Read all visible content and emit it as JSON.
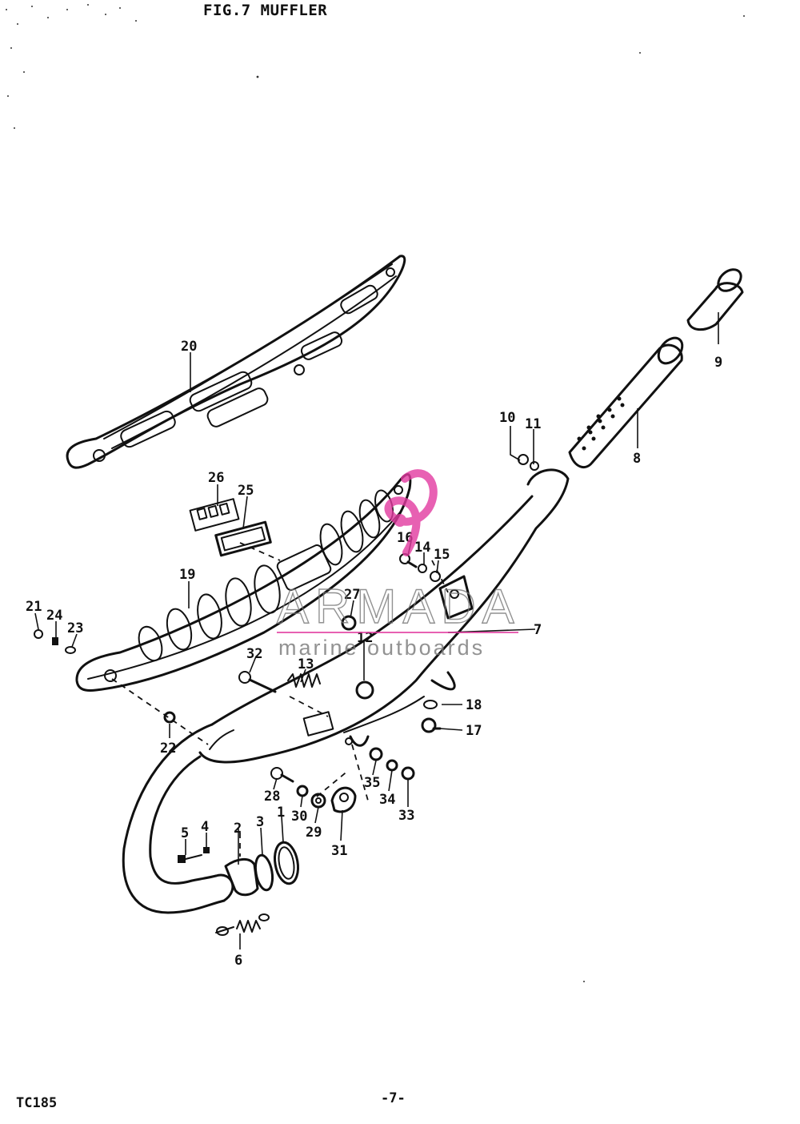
{
  "header": {
    "title": "FIG.7  MUFFLER"
  },
  "footer": {
    "model": "TC185",
    "page": "-7-"
  },
  "watermark": {
    "brand": "ARMADA",
    "tagline": "marine outboards",
    "color": "#e23aa0"
  },
  "callouts": {
    "c1": "1",
    "c2": "2",
    "c3": "3",
    "c4": "4",
    "c5": "5",
    "c6": "6",
    "c7": "7",
    "c8": "8",
    "c9": "9",
    "c10": "10",
    "c11": "11",
    "c12": "12",
    "c13": "13",
    "c14": "14",
    "c15": "15",
    "c16": "16",
    "c17": "17",
    "c18": "18",
    "c19": "19",
    "c20": "20",
    "c21": "21",
    "c22": "22",
    "c23": "23",
    "c24": "24",
    "c25": "25",
    "c26": "26",
    "c27": "27",
    "c28": "28",
    "c29": "29",
    "c30": "30",
    "c31": "31",
    "c32": "32",
    "c33": "33",
    "c34": "34",
    "c35": "35"
  }
}
